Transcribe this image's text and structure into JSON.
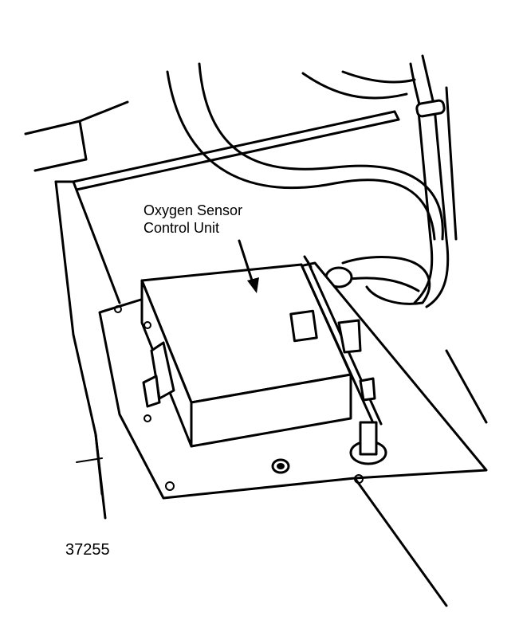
{
  "diagram": {
    "callout_label_line1": "Oxygen Sensor",
    "callout_label_line2": "Control Unit",
    "figure_number": "37255"
  }
}
